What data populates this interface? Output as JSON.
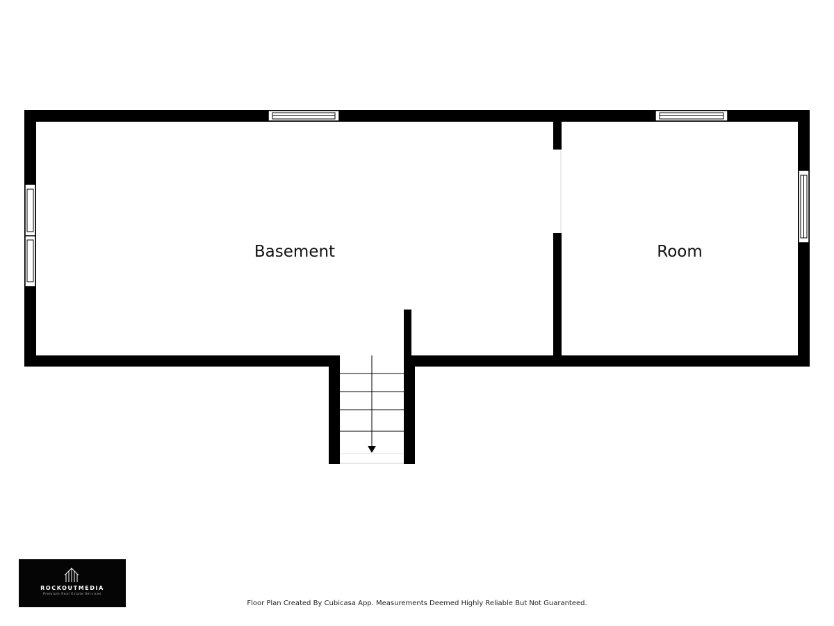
{
  "rooms": {
    "basement": "Basement",
    "room": "Room"
  },
  "stairs": {
    "direction": "down"
  },
  "logo": {
    "name": "ROCKOUTMEDIA",
    "tagline": "Premium Real Estate Services"
  },
  "footer": {
    "note": "Floor Plan Created By Cubicasa App. Measurements Deemed Highly Reliable But Not Guaranteed."
  },
  "colors": {
    "wall": "#000000",
    "background": "#ffffff",
    "logo_background": "#050505"
  }
}
